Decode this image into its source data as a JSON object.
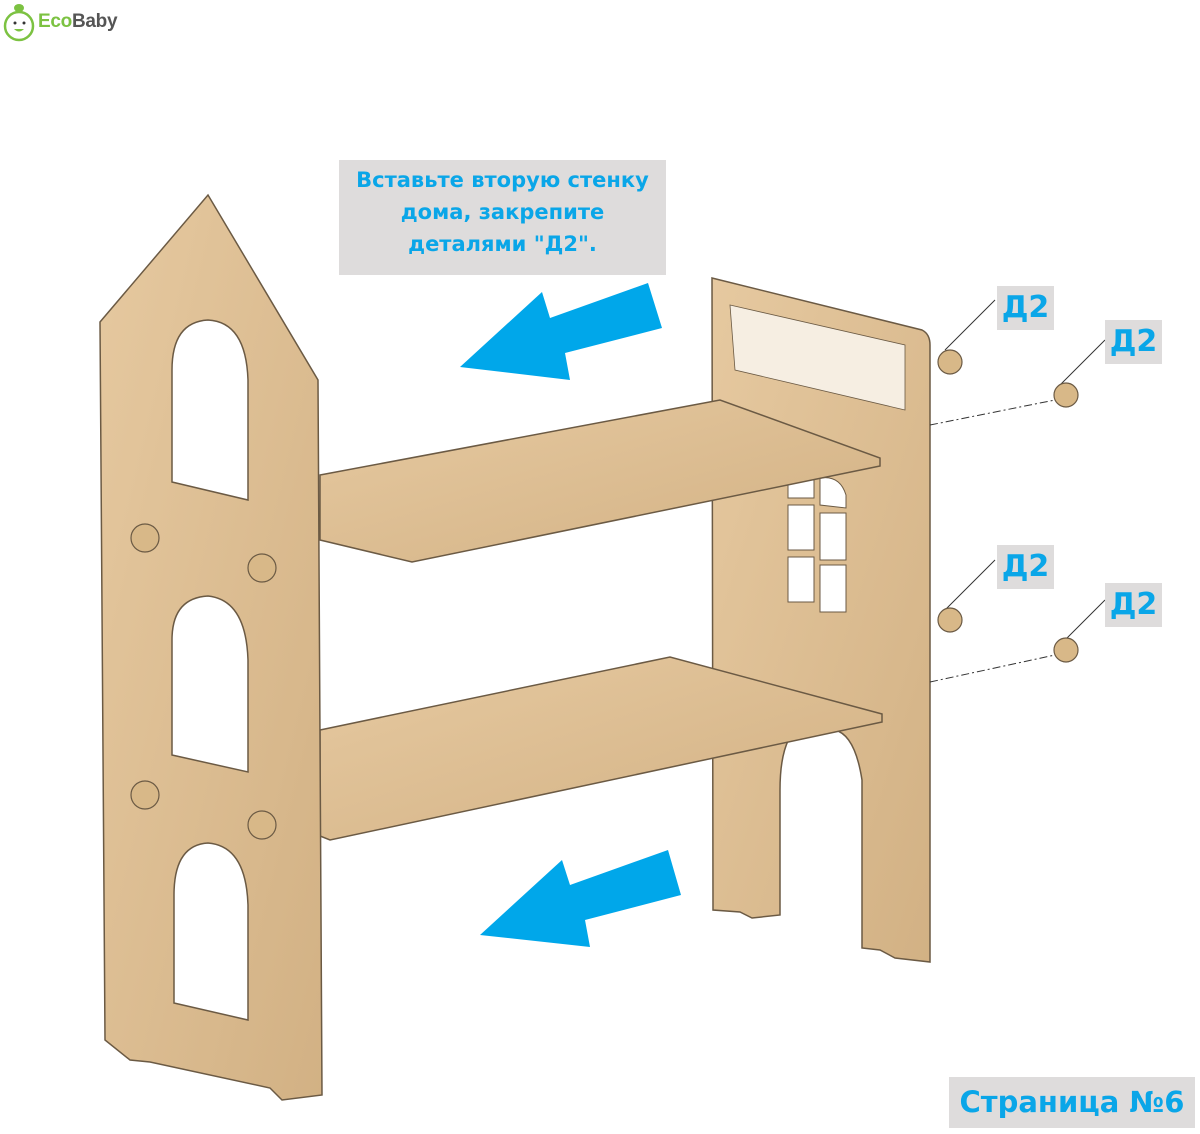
{
  "brand": {
    "name_part1": "Eco",
    "name_part2": "Baby"
  },
  "instruction": {
    "text": "Вставьте вторую стенку дома, закрепите деталями \"Д2\"."
  },
  "part_labels": [
    "Д2",
    "Д2",
    "Д2",
    "Д2"
  ],
  "page": {
    "label": "Страница №6"
  },
  "colors": {
    "accent": "#0aa6e8",
    "wood": "#dcbd93",
    "label_bg": "#dedcdc",
    "brand_green": "#7cc242"
  }
}
